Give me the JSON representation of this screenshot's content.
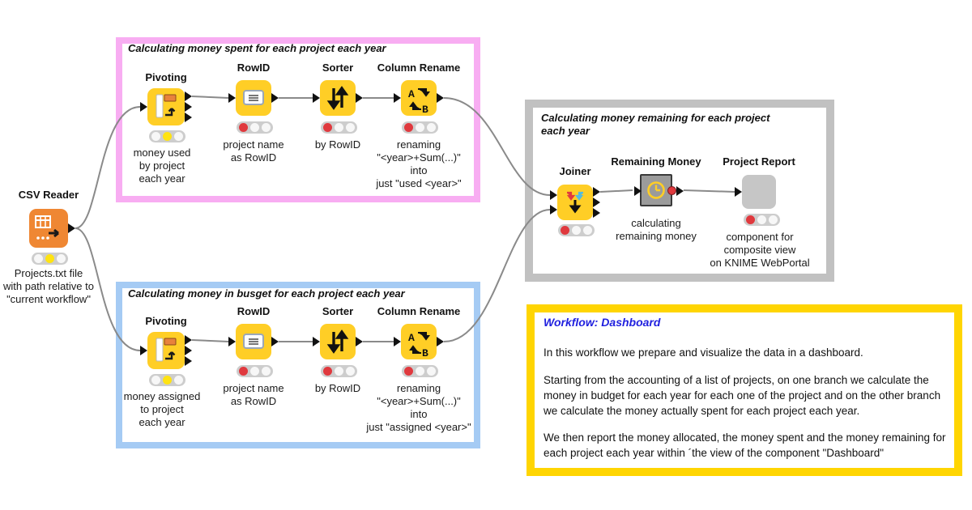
{
  "colors": {
    "node_yellow": "#FFCE26",
    "csv_orange": "#EF8733",
    "wire_gray": "#8A8A8A",
    "spent_box_border": "#F8ADF2",
    "budget_box_border": "#A5CBF4",
    "remaining_box_border": "#C1C1C1",
    "note_box_border": "#FFD502",
    "status_red": "#E0393E",
    "status_yellow": "#FFE312",
    "metanode_gray": "#9B9B9B",
    "component_gray": "#C6C6C6",
    "note_title_blue": "#2020DF"
  },
  "csv_reader": {
    "label": "CSV Reader",
    "icon": "csv-table-icon",
    "status": "yellow",
    "annotation": "Projects.txt file\nwith path relative to\n\"current workflow\""
  },
  "spent_box": {
    "title": "Calculating money spent for each project each year",
    "nodes": [
      {
        "label": "Pivoting",
        "icon": "pivot-icon",
        "status": "yellow",
        "annotation": "money used\nby project\neach year"
      },
      {
        "label": "RowID",
        "icon": "rowid-card-icon",
        "status": "red",
        "annotation": "project name\nas RowID"
      },
      {
        "label": "Sorter",
        "icon": "sort-arrows-icon",
        "status": "red",
        "annotation": "by RowID"
      },
      {
        "label": "Column Rename",
        "icon": "rename-ab-icon",
        "status": "red",
        "annotation": "renaming\n\"<year>+Sum(...)\"\ninto\njust \"used <year>\""
      }
    ]
  },
  "budget_box": {
    "title": "Calculating money in busget for each project each year",
    "nodes": [
      {
        "label": "Pivoting",
        "icon": "pivot-icon",
        "status": "yellow",
        "annotation": "money assigned\nto project\neach year"
      },
      {
        "label": "RowID",
        "icon": "rowid-card-icon",
        "status": "red",
        "annotation": "project name\nas RowID"
      },
      {
        "label": "Sorter",
        "icon": "sort-arrows-icon",
        "status": "red",
        "annotation": "by RowID"
      },
      {
        "label": "Column Rename",
        "icon": "rename-ab-icon",
        "status": "red",
        "annotation": "renaming\n\"<year>+Sum(...)\"\ninto\njust \"assigned <year>\""
      }
    ]
  },
  "remaining_box": {
    "title": "Calculating money remaining for each project each year",
    "nodes": [
      {
        "label": "Joiner",
        "icon": "join-arrows-icon",
        "status": "red",
        "annotation": ""
      },
      {
        "label": "Remaining Money",
        "icon": "clock-icon",
        "annotation": "calculating\nremaining money"
      },
      {
        "label": "Project Report",
        "icon": "component-icon",
        "status": "red",
        "annotation": "component for\ncomposite view\non KNIME WebPortal"
      }
    ]
  },
  "workflow_note": {
    "title": "Workflow: Dashboard",
    "paragraphs": [
      "In this workflow we prepare and visualize the data in a dashboard.",
      "Starting from the accounting of a list of projects, on one branch we calculate the money in budget for each year for each one of the project and on the other branch we calculate the money actually spent for each project each year.",
      "We then report the money allocated, the money spent and the money remaining for each project each year within ´the view of the component \"Dashboard\""
    ]
  }
}
